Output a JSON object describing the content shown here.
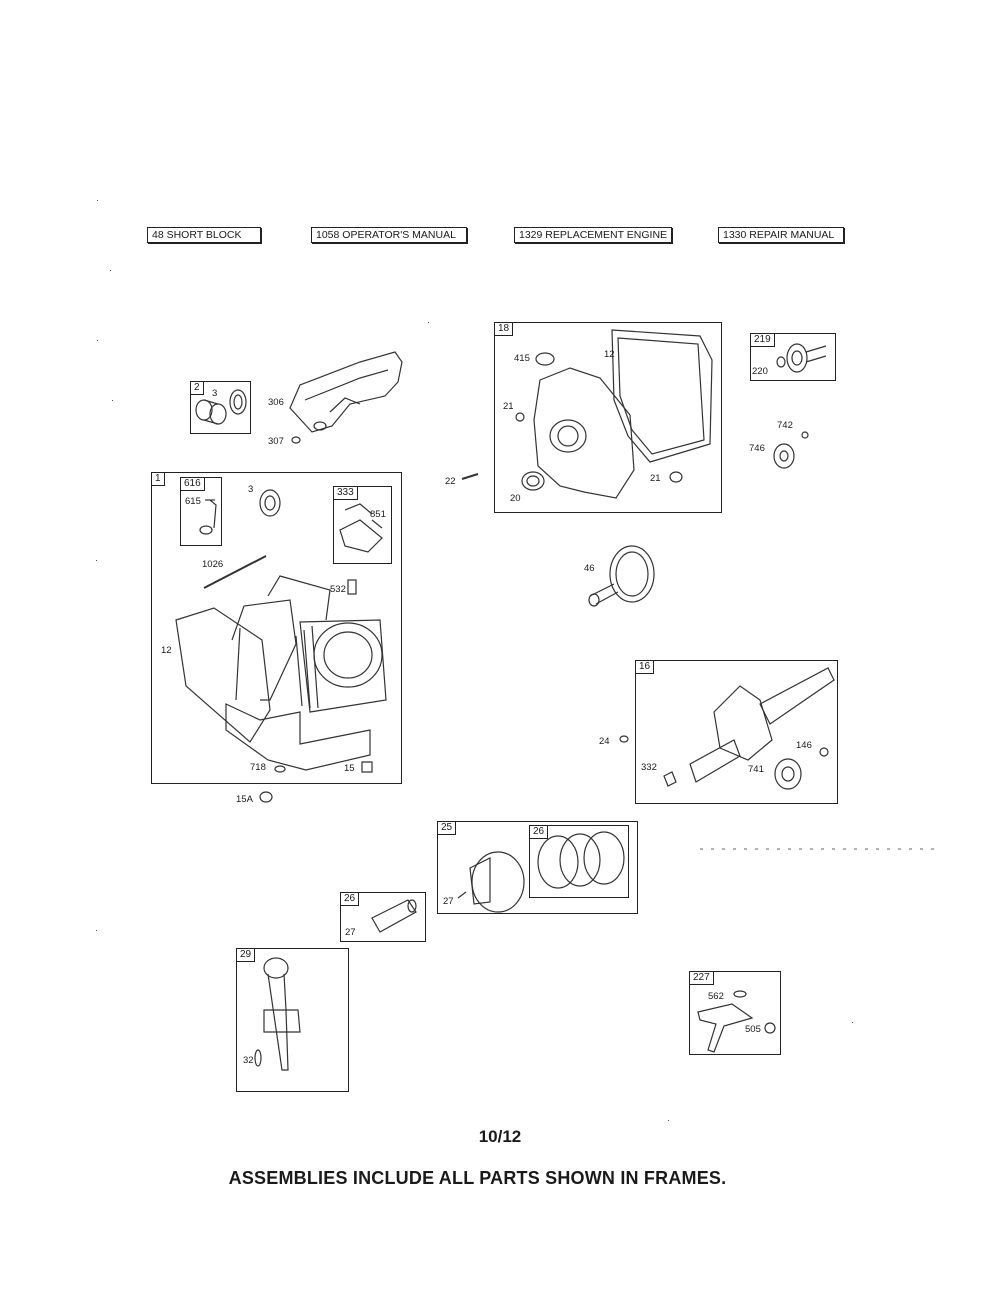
{
  "top_labels": {
    "short_block": "48 SHORT BLOCK",
    "operators_manual": "1058 OPERATOR'S MANUAL",
    "replacement_engine": "1329 REPLACEMENT ENGINE",
    "repair_manual": "1330 REPAIR MANUAL"
  },
  "frames": {
    "f2": "2",
    "f1": "1",
    "f616": "616",
    "f333": "333",
    "f18": "18",
    "f219": "219",
    "f16": "16",
    "f25": "25",
    "f26a": "26",
    "f26b": "26",
    "f29": "29",
    "f227": "227"
  },
  "parts": {
    "p3a": "3",
    "p306": "306",
    "p307": "307",
    "p615": "615",
    "p3b": "3",
    "p851": "851",
    "p1026": "1026",
    "p532": "532",
    "p12a": "12",
    "p718": "718",
    "p15": "15",
    "p15A": "15A",
    "p415": "415",
    "p12b": "12",
    "p21a": "21",
    "p20": "20",
    "p21b": "21",
    "p22": "22",
    "p220": "220",
    "p742": "742",
    "p746": "746",
    "p46": "46",
    "p24": "24",
    "p332": "332",
    "p146": "146",
    "p741": "741",
    "p27a": "27",
    "p27b": "27",
    "p32": "32",
    "p562": "562",
    "p505": "505"
  },
  "page_number": "10/12",
  "footer_note": "ASSEMBLIES INCLUDE ALL PARTS SHOWN IN FRAMES."
}
